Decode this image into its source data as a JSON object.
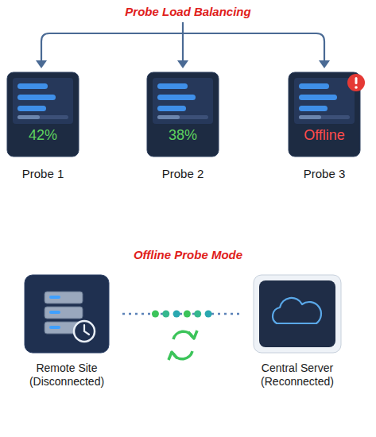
{
  "diagram": {
    "title": "Probe Load Balancing",
    "nodes": [
      {
        "text": [
          "42%",
          "Probe 1"
        ]
      },
      {
        "text": [
          "38%",
          "Probe 2"
        ]
      },
      {
        "text": [
          "Offline",
          "Probe 3"
        ]
      },
      {
        "text": [
          "Remote Site (Disconnected)"
        ]
      },
      {
        "text": [
          "Central Server (Reconnected)"
        ]
      }
    ],
    "edges": [
      {
        "from": 3,
        "to": 4,
        "arrow": "none"
      }
    ],
    "labels": [
      "Offline Probe Mode"
    ]
  }
}
